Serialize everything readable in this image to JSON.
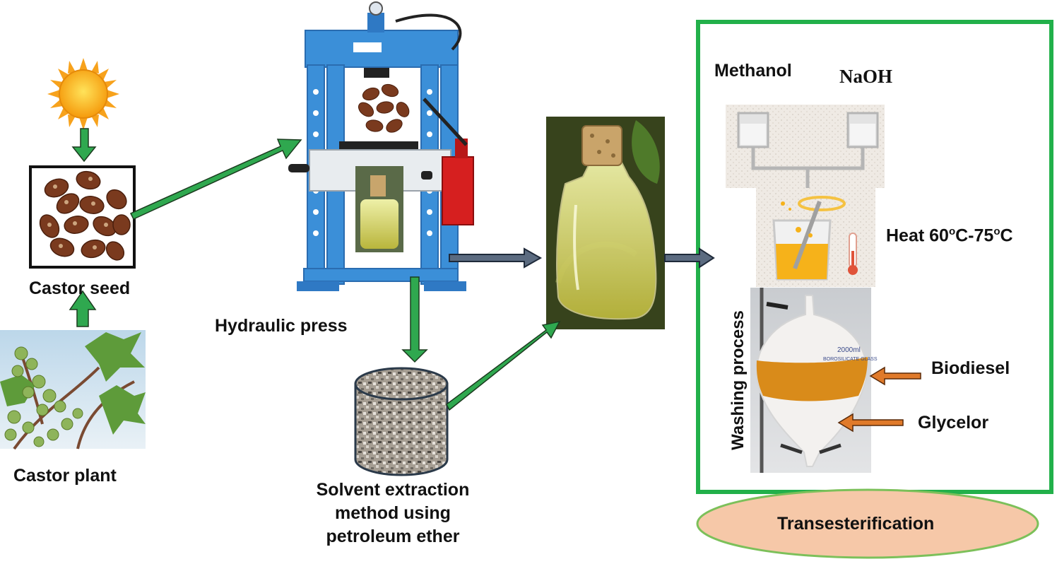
{
  "labels": {
    "castor_seed": "Castor seed",
    "castor_plant": "Castor plant",
    "hydraulic_press": "Hydraulic press",
    "solvent_extraction_line1": "Solvent extraction",
    "solvent_extraction_line2": "method using",
    "solvent_extraction_line3": "petroleum ether",
    "methanol": "Methanol",
    "naoh": "NaOH",
    "heat_prefix": "Heat 60",
    "heat_mid": "C-75",
    "heat_suffix": "C",
    "degree_o": "o",
    "washing_process": "Washing process",
    "biodiesel": "Biodiesel",
    "glycelor": "Glycelor",
    "transesterification": "Transesterification",
    "flask_marking": "2000ml",
    "flask_brand": "BOROSILICATE GLASS"
  },
  "colors": {
    "green_arrow": "#2fa84f",
    "green_box": "#22b04a",
    "ellipse_fill": "#f6c8a8",
    "ellipse_stroke": "#7cc05a",
    "navy_arrow": "#5b6b80",
    "orange_arrow": "#e07a2a",
    "press_blue": "#3b8fd8",
    "oil_yellow": "#d9d56a",
    "biodiesel_orange": "#d98b1a"
  },
  "icons": [
    "sun-icon",
    "castor-seed-icon",
    "castor-plant-icon",
    "hydraulic-press-icon",
    "oil-bottle-icon",
    "solvent-barrel-icon",
    "reagent-beaker-icon",
    "heated-beaker-icon",
    "thermometer-icon",
    "separatory-funnel-icon"
  ]
}
